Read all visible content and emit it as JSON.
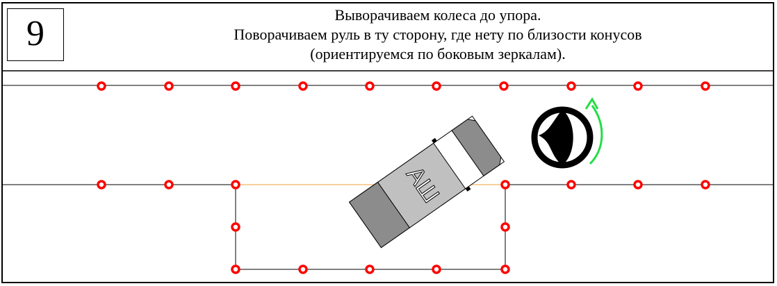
{
  "step_number": "9",
  "title_lines": [
    "Выворачиваем колеса до упора.",
    "Поворачиваем руль в ту сторону, где нету по близости конусов",
    "(ориентируемся по боковым зеркалам)."
  ],
  "car_label": "АШ",
  "colors": {
    "cone": "#ff0000",
    "arrow": "#22dd44",
    "guide": "#f5c07a",
    "wheel": "#000000"
  }
}
